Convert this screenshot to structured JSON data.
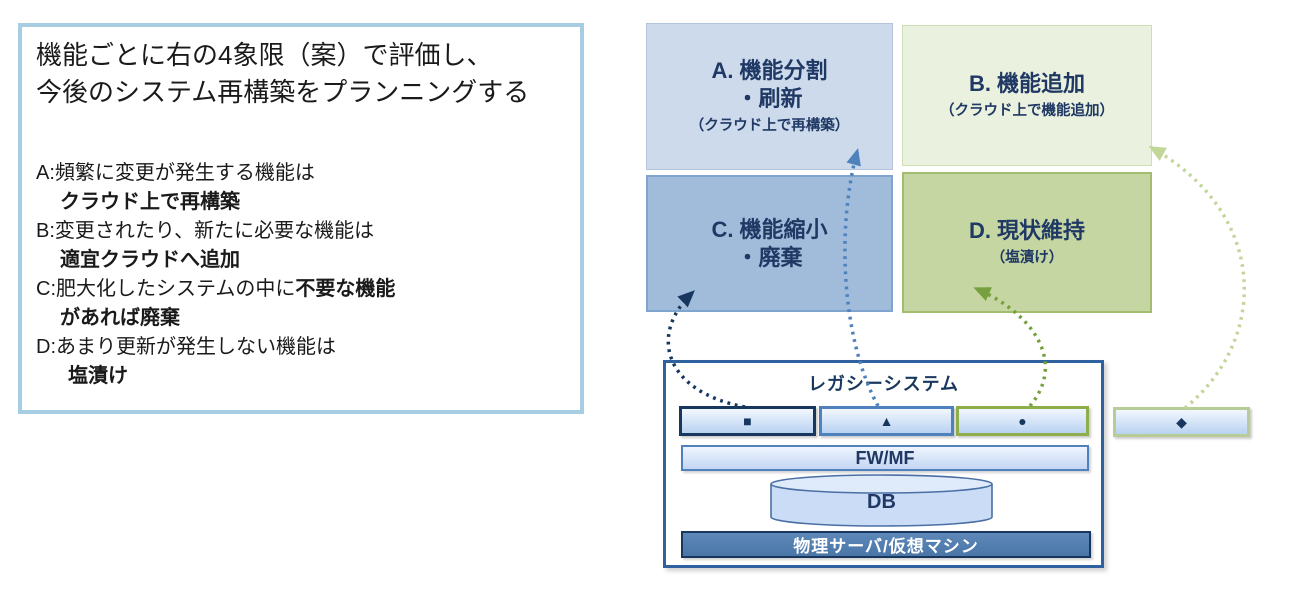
{
  "left_panel": {
    "heading_line1": "機能ごとに右の4象限（案）で評価し、",
    "heading_line2": "今後のシステム再構築をプランニングする",
    "items": [
      {
        "line1": "A:頻繁に変更が発生する機能は",
        "line1_bold": "",
        "line2": "クラウド上で再構築"
      },
      {
        "line1": "B:変更されたり、新たに必要な機能は",
        "line1_bold": "",
        "line2": "適宜クラウドへ追加"
      },
      {
        "line1": "C:肥大化したシステムの中に",
        "line1_bold": "不要な機能",
        "line2": "があれば廃棄"
      },
      {
        "line1": "D:あまり更新が発生しない機能は",
        "line1_bold": "",
        "line2": "塩漬け"
      }
    ]
  },
  "quadrants": {
    "a": {
      "title": "A. 機能分割",
      "title2": "・刷新",
      "subtitle": "（クラウド上で再構築）",
      "bg": "#ccdaec"
    },
    "b": {
      "title": "B. 機能追加",
      "subtitle": "（クラウド上で機能追加）",
      "bg": "#eaf1de"
    },
    "c": {
      "title": "C. 機能縮小",
      "title2": "・廃棄",
      "bg": "#a1bcdb"
    },
    "d": {
      "title": "D. 現状維持",
      "subtitle": "（塩漬け）",
      "bg": "#c5d6a2"
    }
  },
  "legacy_system": {
    "title": "レガシーシステム",
    "modules": [
      {
        "name": "square-module",
        "glyph": "■"
      },
      {
        "name": "triangle-module",
        "glyph": "▲"
      },
      {
        "name": "circle-module",
        "glyph": "●"
      },
      {
        "name": "diamond-module",
        "glyph": "◆"
      }
    ],
    "middleware_label": "FW/MF",
    "database_label": "DB",
    "server_label": "物理サーバ/仮想マシン"
  },
  "colors": {
    "panel_border": "#a6cde1",
    "navy_text": "#1f3864",
    "arrow_navy": "#17375e",
    "arrow_blue": "#4f81bd",
    "arrow_green": "#76a03e",
    "arrow_light_green": "#c2d69a",
    "legacy_border": "#30619f"
  }
}
